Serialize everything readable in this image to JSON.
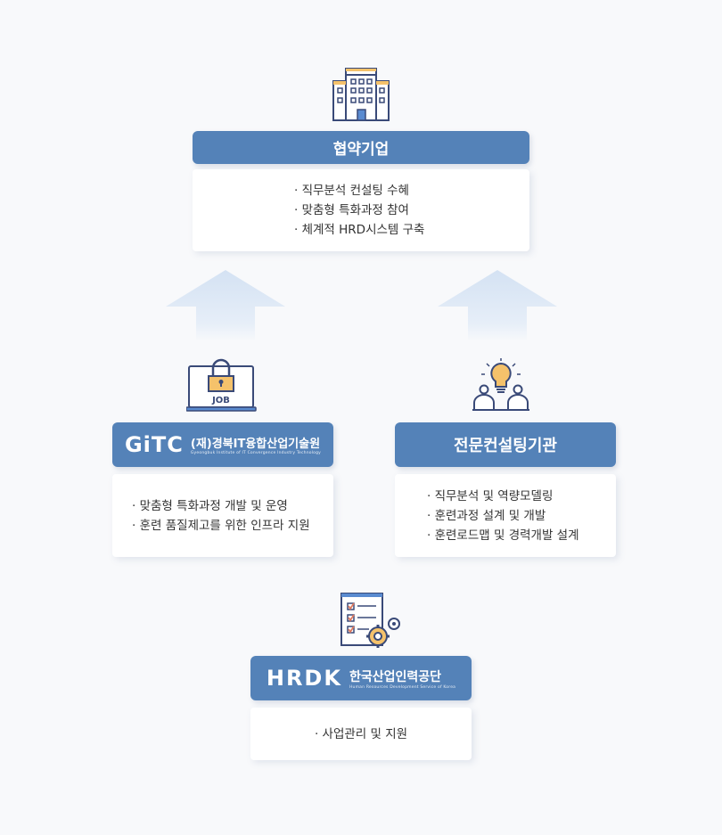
{
  "top": {
    "title": "협약기업",
    "items": [
      "직무분석 컨설팅 수혜",
      "맞춤형 특화과정 참여",
      "체계적 HRD시스템 구축"
    ]
  },
  "left": {
    "logo_mark": "GiTC",
    "logo_name": "(재)경북IT융합산업기술원",
    "logo_sub": "Gyeongbuk Institute of IT Convergence Industry Technology",
    "icon_label": "JOB",
    "items": [
      "맞춤형 특화과정 개발 및 운영",
      "훈련 품질제고를 위한 인프라 지원"
    ]
  },
  "right": {
    "title": "전문컨설팅기관",
    "items": [
      "직무분석 및 역량모델링",
      "훈련과정 설계 및 개발",
      "훈련로드맵 및 경력개발 설계"
    ]
  },
  "bottom": {
    "logo_mark": "HRDK",
    "logo_name": "한국산업인력공단",
    "logo_sub": "Human Resources Development Service of Korea",
    "items": [
      "사업관리 및 지원"
    ]
  },
  "colors": {
    "header": "#5482b8",
    "arrow": "#d4e2f3",
    "icon_stroke": "#3a4a78",
    "icon_accent": "#f5c26b"
  }
}
